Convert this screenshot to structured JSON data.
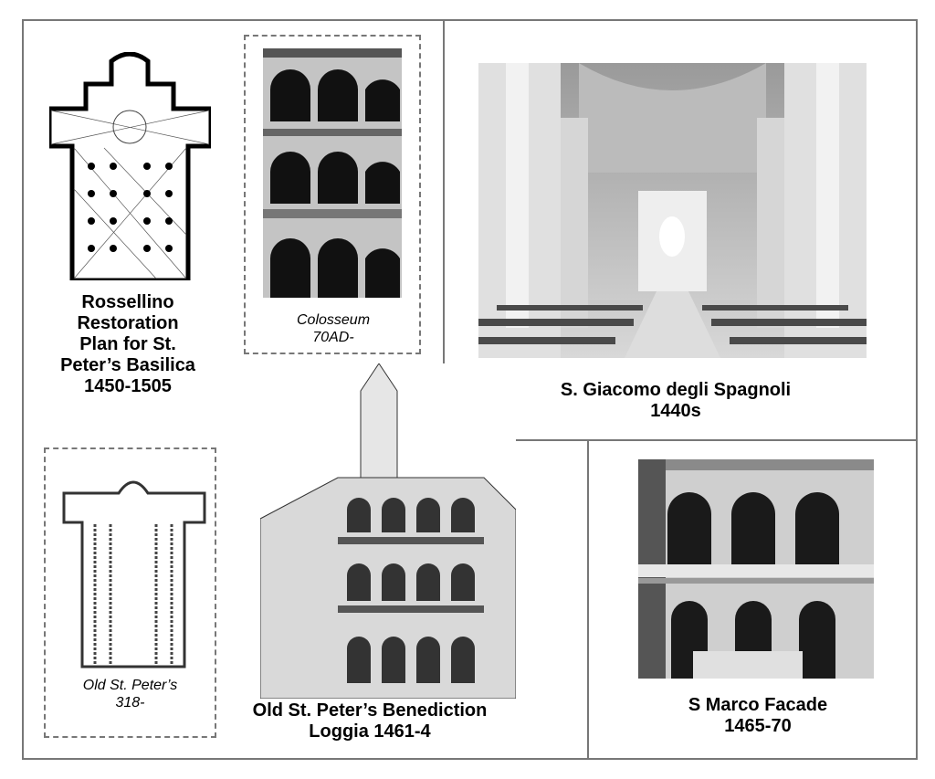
{
  "slide": {
    "rossellino": {
      "lines": [
        "Rossellino",
        "Restoration",
        "Plan for St.",
        "Peter’s Basilica",
        "1450-1505"
      ]
    },
    "colosseum": {
      "lines": [
        "Colosseum",
        "70AD-"
      ]
    },
    "giacomo": {
      "lines": [
        "S. Giacomo degli Spagnoli",
        "1440s"
      ]
    },
    "old_st_peters": {
      "lines": [
        "Old St. Peter’s",
        "318-"
      ]
    },
    "benediction": {
      "lines": [
        "Old St. Peter’s Benediction",
        "Loggia 1461-4"
      ]
    },
    "san_marco": {
      "lines": [
        "S Marco Facade",
        "1465-70"
      ]
    }
  },
  "colors": {
    "border": "#777777"
  }
}
